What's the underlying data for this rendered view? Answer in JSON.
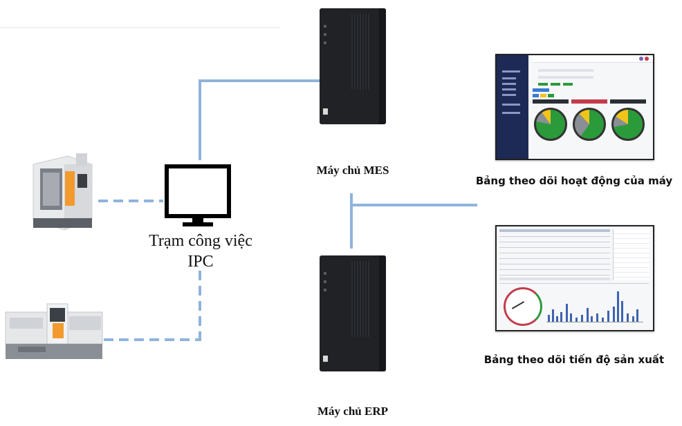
{
  "nodes": {
    "ipc": {
      "line1": "Trạm công việc",
      "line2": "IPC"
    },
    "mes_server": {
      "label": "Máy chủ MES"
    },
    "erp_server": {
      "label": "Máy chủ ERP"
    },
    "machine_monitor": {
      "label": "Bảng theo dõi hoạt động của máy"
    },
    "production_monitor": {
      "label": "Bảng theo dõi tiến độ sản xuất"
    }
  },
  "colors": {
    "connector": "#8fb3dc",
    "dashboard_sidebar": "#1d2a55",
    "pie_green": "#2a9a3b",
    "pie_yellow": "#f0c419",
    "bar_blue": "#3d63b0"
  },
  "icons": [
    "cnc-machine-icon",
    "injection-molding-machine-icon",
    "monitor-icon",
    "server-tower-icon",
    "dashboard-screenshot-icon"
  ]
}
